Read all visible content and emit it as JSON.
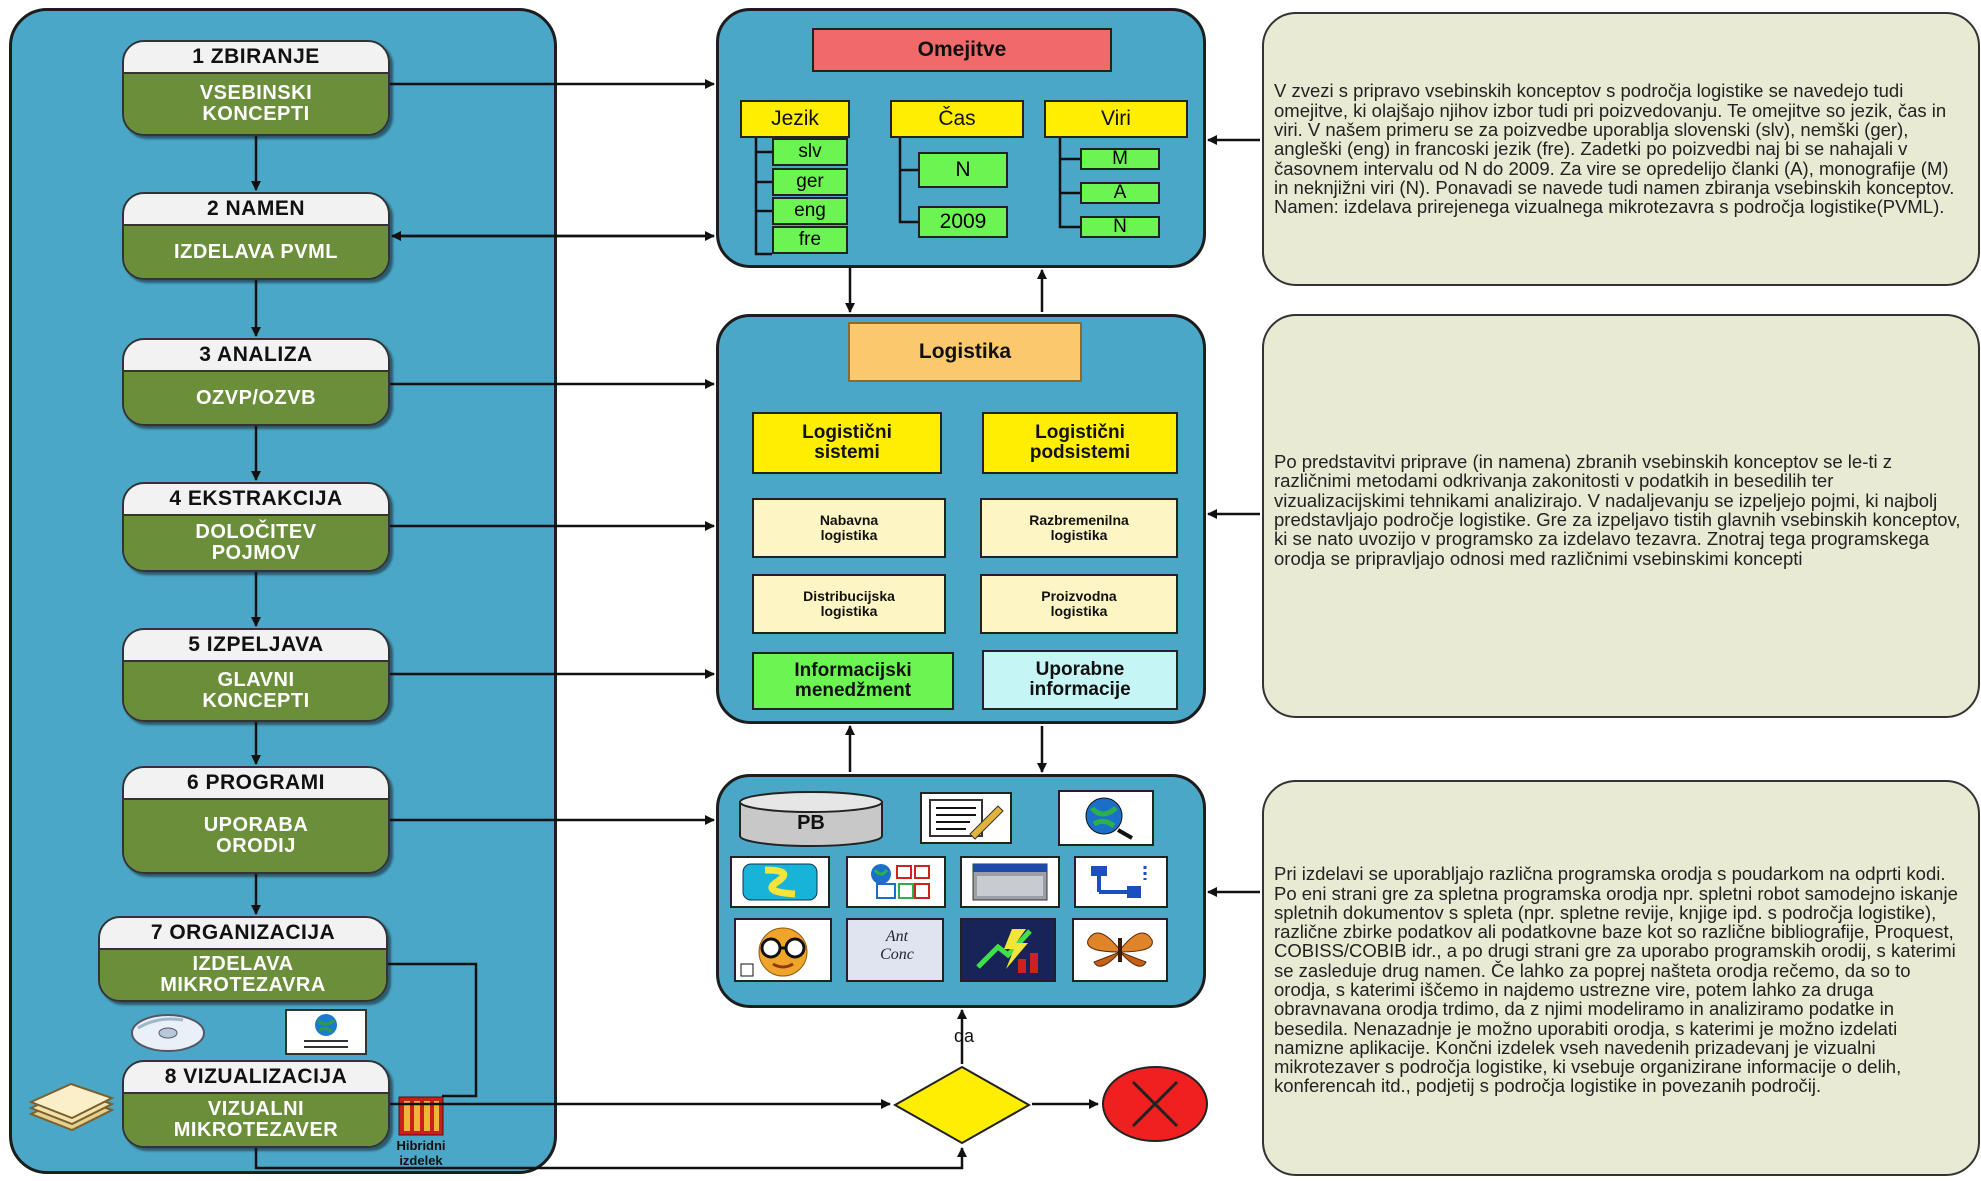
{
  "steps": [
    {
      "head": "1 ZBIRANJE",
      "body": "VSEBINSKI\nKONCEPTI"
    },
    {
      "head": "2 NAMEN",
      "body": "IZDELAVA PVML"
    },
    {
      "head": "3 ANALIZA",
      "body": "OZVP/OZVB"
    },
    {
      "head": "4 EKSTRAKCIJA",
      "body": "DOLOČITEV\nPOJMOV"
    },
    {
      "head": "5 IZPELJAVA",
      "body": "GLAVNI\nKONCEPTI"
    },
    {
      "head": "6 PROGRAMI",
      "body": "UPORABA\nORODIJ"
    },
    {
      "head": "7 ORGANIZACIJA",
      "body": "IZDELAVA\nMIKROTEZAVRA"
    },
    {
      "head": "8 VIZUALIZACIJA",
      "body": "VIZUALNI\nMIKROTEZAVER"
    }
  ],
  "hybrid": "Hibridni\nizdelek",
  "omejitve": {
    "title": "Omejitve",
    "jezik": {
      "label": "Jezik",
      "items": [
        "slv",
        "ger",
        "eng",
        "fre"
      ]
    },
    "cas": {
      "label": "Čas",
      "items": [
        "N",
        "2009"
      ]
    },
    "viri": {
      "label": "Viri",
      "items": [
        "M",
        "A",
        "N"
      ]
    }
  },
  "logistika": {
    "title": "Logistika",
    "yellow": [
      "Logistični\nsistemi",
      "Logistični\npodsistemi"
    ],
    "cream": [
      "Nabavna\nlogistika",
      "Razbremenilna\nlogistika",
      "Distribucijska\nlogistika",
      "Proizvodna\nlogistika"
    ],
    "green": "Informacijski\nmenedžment",
    "cyan": "Uporabne\ninformacije"
  },
  "tools": {
    "pb": "PB",
    "antconc": "Ant\nConc"
  },
  "decision": {
    "yes": "da"
  },
  "notes": {
    "n1": "V zvezi s pripravo vsebinskih konceptov s področja logistike se navedejo tudi omejitve, ki olajšajo njihov izbor tudi pri poizvedovanju. Te omejitve so jezik, čas in viri. V našem primeru se za poizvedbe uporablja slovenski (slv), nemški (ger), angleški (eng) in francoski jezik (fre). Zadetki po poizvedbi naj bi se nahajali v časovnem intervalu od N do 2009. Za vire se opredelijo članki (A), monografije (M) in neknjižni viri (N). Ponavadi se navede tudi namen zbiranja vsebinskih konceptov. Namen: izdelava prirejenega vizualnega mikrotezavra s področja logistike(PVML).",
    "n2": "Po predstavitvi priprave (in namena) zbranih vsebinskih konceptov se le-ti  z različnimi metodami odkrivanja zakonitosti v podatkih in besedilih ter vizualizacijskimi tehnikami analizirajo. V nadaljevanju se izpeljejo pojmi, ki najbolj predstavljajo področje logistike. Gre za izpeljavo tistih glavnih vsebinskih konceptov, ki se nato uvozijo v programsko za izdelavo tezavra. Znotraj tega programskega orodja se pripravljajo odnosi med različnimi vsebinskimi koncepti",
    "n3": "Pri izdelavi se uporabljajo različna programska orodja s poudarkom na odprti kodi. Po eni strani gre za spletna programska orodja npr. spletni robot samodejno iskanje spletnih dokumentov s spleta (npr. spletne revije, knjige ipd. s področja logistike), različne zbirke podatkov ali podatkovne baze kot so različne bibliografije, Proquest, COBISS/COBIB idr., a po drugi strani gre za uporabo programskih orodij, s katerimi se zasleduje drug namen. Če lahko za poprej našteta orodja rečemo, da so to orodja, s katerimi iščemo in najdemo ustrezne vire, potem lahko za druga obravnavana orodja trdimo, da z njimi modeliramo in analiziramo podatke in besedila. Nenazadnje je možno uporabiti orodja, s katerimi je možno izdelati namizne aplikacije. Končni izdelek vseh navedenih prizadevanj je vizualni mikrotezaver s področja logistike, ki vsebuje organizirane informacije o delih, konferencah itd., podjetij s področja logistike in povezanih področij."
  },
  "colors": {
    "panel": "#4ba7c7",
    "olive": "#6b8e3a",
    "yellow": "#ffee00",
    "green": "#6cf552",
    "red": "#f06a6a",
    "orange": "#fbc86e",
    "cream": "#fdf5c4",
    "cyan": "#c6f5f5",
    "note": "#e9ead4"
  }
}
